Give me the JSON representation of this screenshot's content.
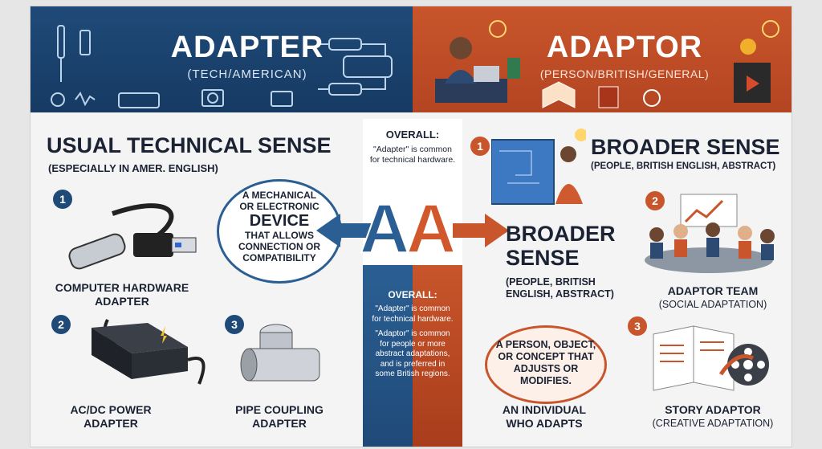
{
  "left": {
    "title": "ADAPTER",
    "subtitle": "(TECH/AMERICAN)",
    "heading": "USUAL TECHNICAL SENSE",
    "heading_sub": "(ESPECIALLY IN AMER. ENGLISH)",
    "bubble": {
      "line1": "A MECHANICAL",
      "line2": "OR ELECTRONIC",
      "big": "DEVICE",
      "line3": "THAT ALLOWS",
      "line4": "CONNECTION OR",
      "line5": "COMPATIBILITY"
    },
    "items": [
      {
        "num": "1",
        "label1": "COMPUTER HARDWARE",
        "label2": "ADAPTER"
      },
      {
        "num": "2",
        "label1": "AC/DC POWER",
        "label2": "ADAPTER"
      },
      {
        "num": "3",
        "label1": "PIPE COUPLING",
        "label2": "ADAPTER"
      }
    ]
  },
  "right": {
    "title": "ADAPTOR",
    "subtitle": "(PERSON/BRITISH/GENERAL)",
    "heading": "BROADER SENSE",
    "heading_sub": "(PEOPLE, BRITISH ENGLISH, ABSTRACT)",
    "broad": {
      "line1": "BROADER",
      "line2": "SENSE",
      "sub1": "(PEOPLE, BRITISH",
      "sub2": "ENGLISH, ABSTRACT)"
    },
    "bubble": {
      "line1": "A PERSON, OBJECT,",
      "line2": "OR CONCEPT THAT",
      "line3": "ADJUSTS OR",
      "line4": "MODIFIES."
    },
    "individual1": "AN INDIVIDUAL",
    "individual2": "WHO ADAPTS",
    "items": [
      {
        "num": "1"
      },
      {
        "num": "2",
        "label": "ADAPTOR TEAM",
        "sub": "(SOCIAL ADAPTATION)"
      },
      {
        "num": "3",
        "label": "STORY ADAPTOR",
        "sub": "(CREATIVE ADAPTATION)"
      }
    ]
  },
  "center": {
    "overall1_heading": "OVERALL:",
    "overall1_l1": "\"Adapter\" is common",
    "overall1_l2": "for technical hardware.",
    "letter_left": "A",
    "letter_right": "A",
    "overall2_heading": "OVERALL:",
    "overall2_l1": "\"Adapter\" is common",
    "overall2_l2": "for technical hardware.",
    "overall2_l3": "\"Adaptor\" is common",
    "overall2_l4": "for people or more",
    "overall2_l5": "abstract adaptations,",
    "overall2_l6": "and is preferred in",
    "overall2_l7": "some British regions."
  },
  "colors": {
    "blue": "#1f4a78",
    "orange": "#c8552b"
  }
}
